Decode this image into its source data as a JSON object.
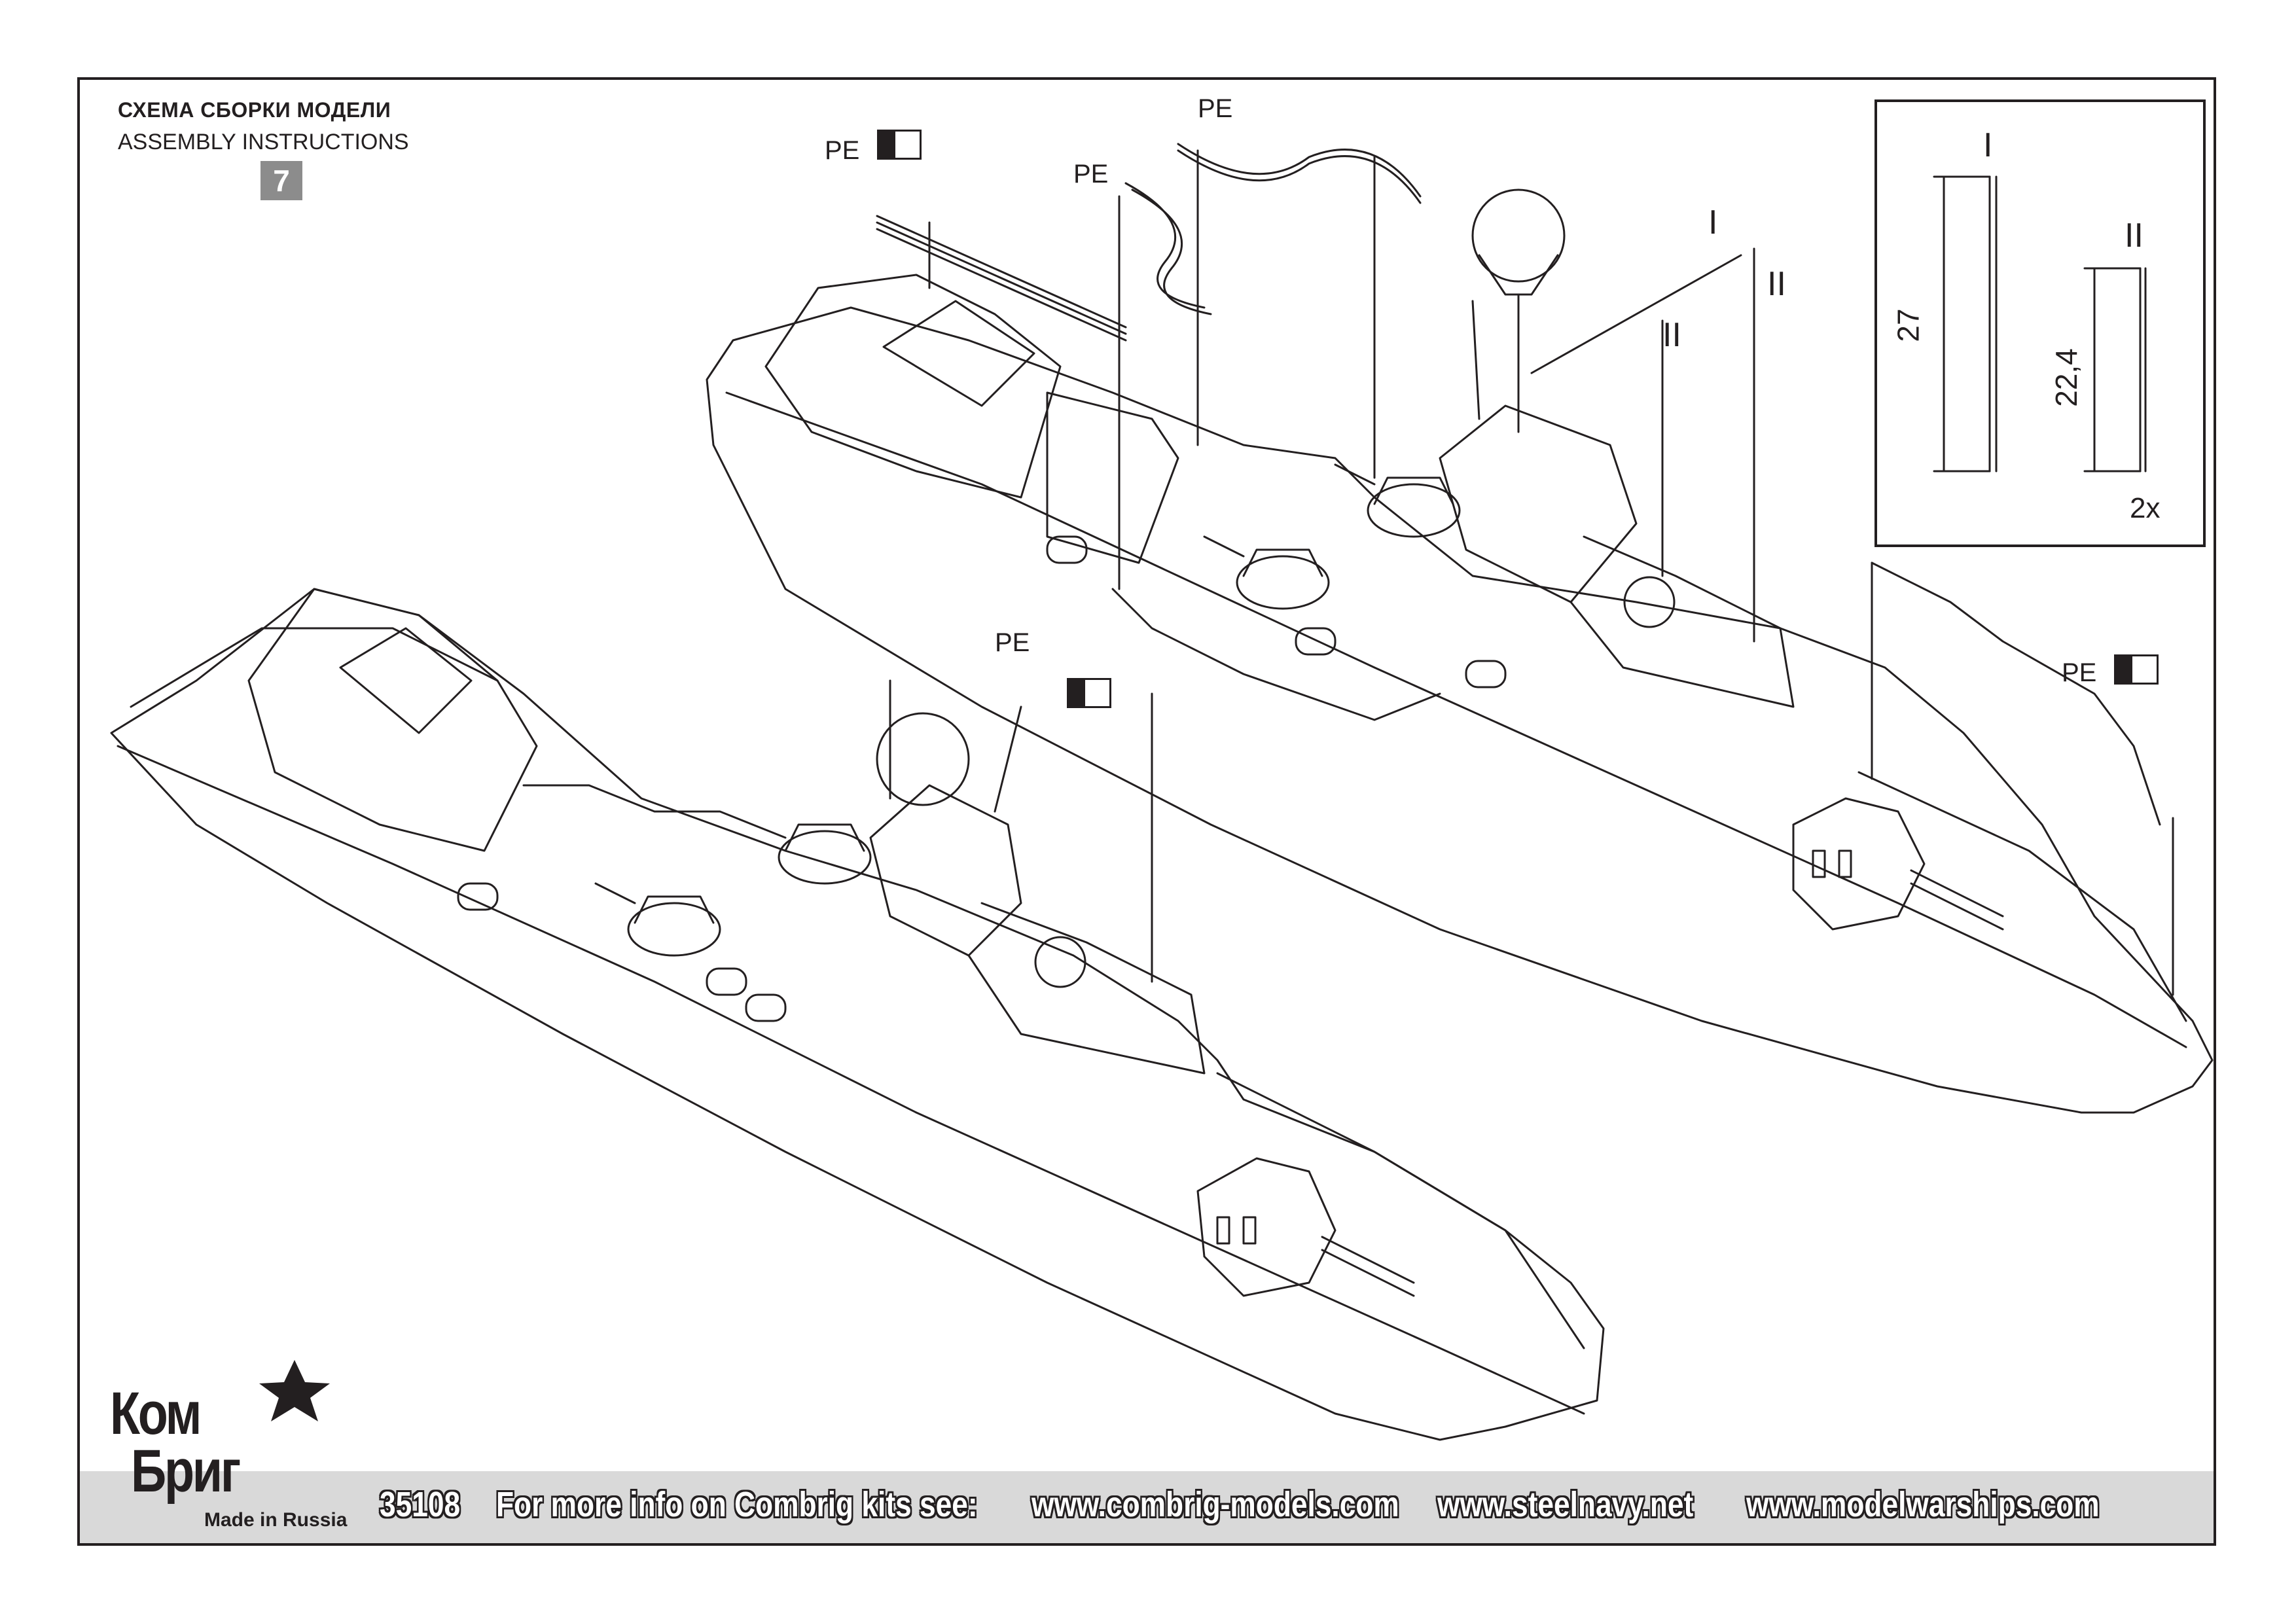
{
  "header": {
    "title_ru": "СХЕМА СБОРКИ МОДЕЛИ",
    "title_en": "ASSEMBLY INSTRUCTIONS",
    "step_number": "7"
  },
  "callouts": {
    "pe_label": "PE",
    "part_i": "I",
    "part_ii": "II"
  },
  "inset": {
    "part_i_label": "I",
    "part_ii_label": "II",
    "part_i_length": "27",
    "part_ii_length": "22,4",
    "part_ii_quantity": "2x"
  },
  "footer": {
    "logo_line1": "Ком",
    "logo_line2": "Бриг",
    "made_in": "Made in Russia",
    "kit_number": "35108",
    "info_text": "For more info on Combrig kits see:",
    "url_1": "www.combrig-models.com",
    "url_2": "www.steelnavy.net",
    "url_3": "www.modelwarships.com"
  },
  "colors": {
    "ink": "#231f20",
    "footer_band": "#d9d9d9",
    "step_badge": "#8c8c8c"
  }
}
